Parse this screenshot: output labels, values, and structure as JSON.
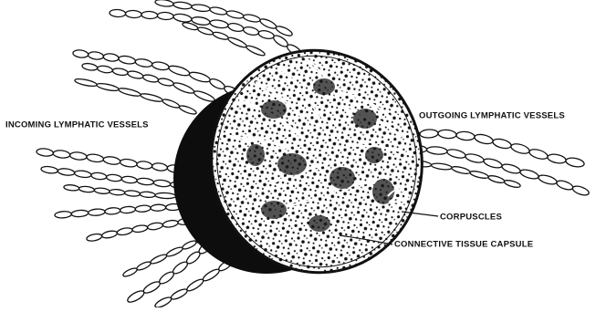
{
  "labels": {
    "incoming": "INCOMING LYMPHATIC VESSELS",
    "outgoing": "OUTGOING LYMPHATIC VESSELS",
    "corpuscles": "CORPUSCLES",
    "capsule": "CONNECTIVE TISSUE CAPSULE"
  },
  "colors": {
    "ink": "#111111",
    "background": "#ffffff"
  }
}
